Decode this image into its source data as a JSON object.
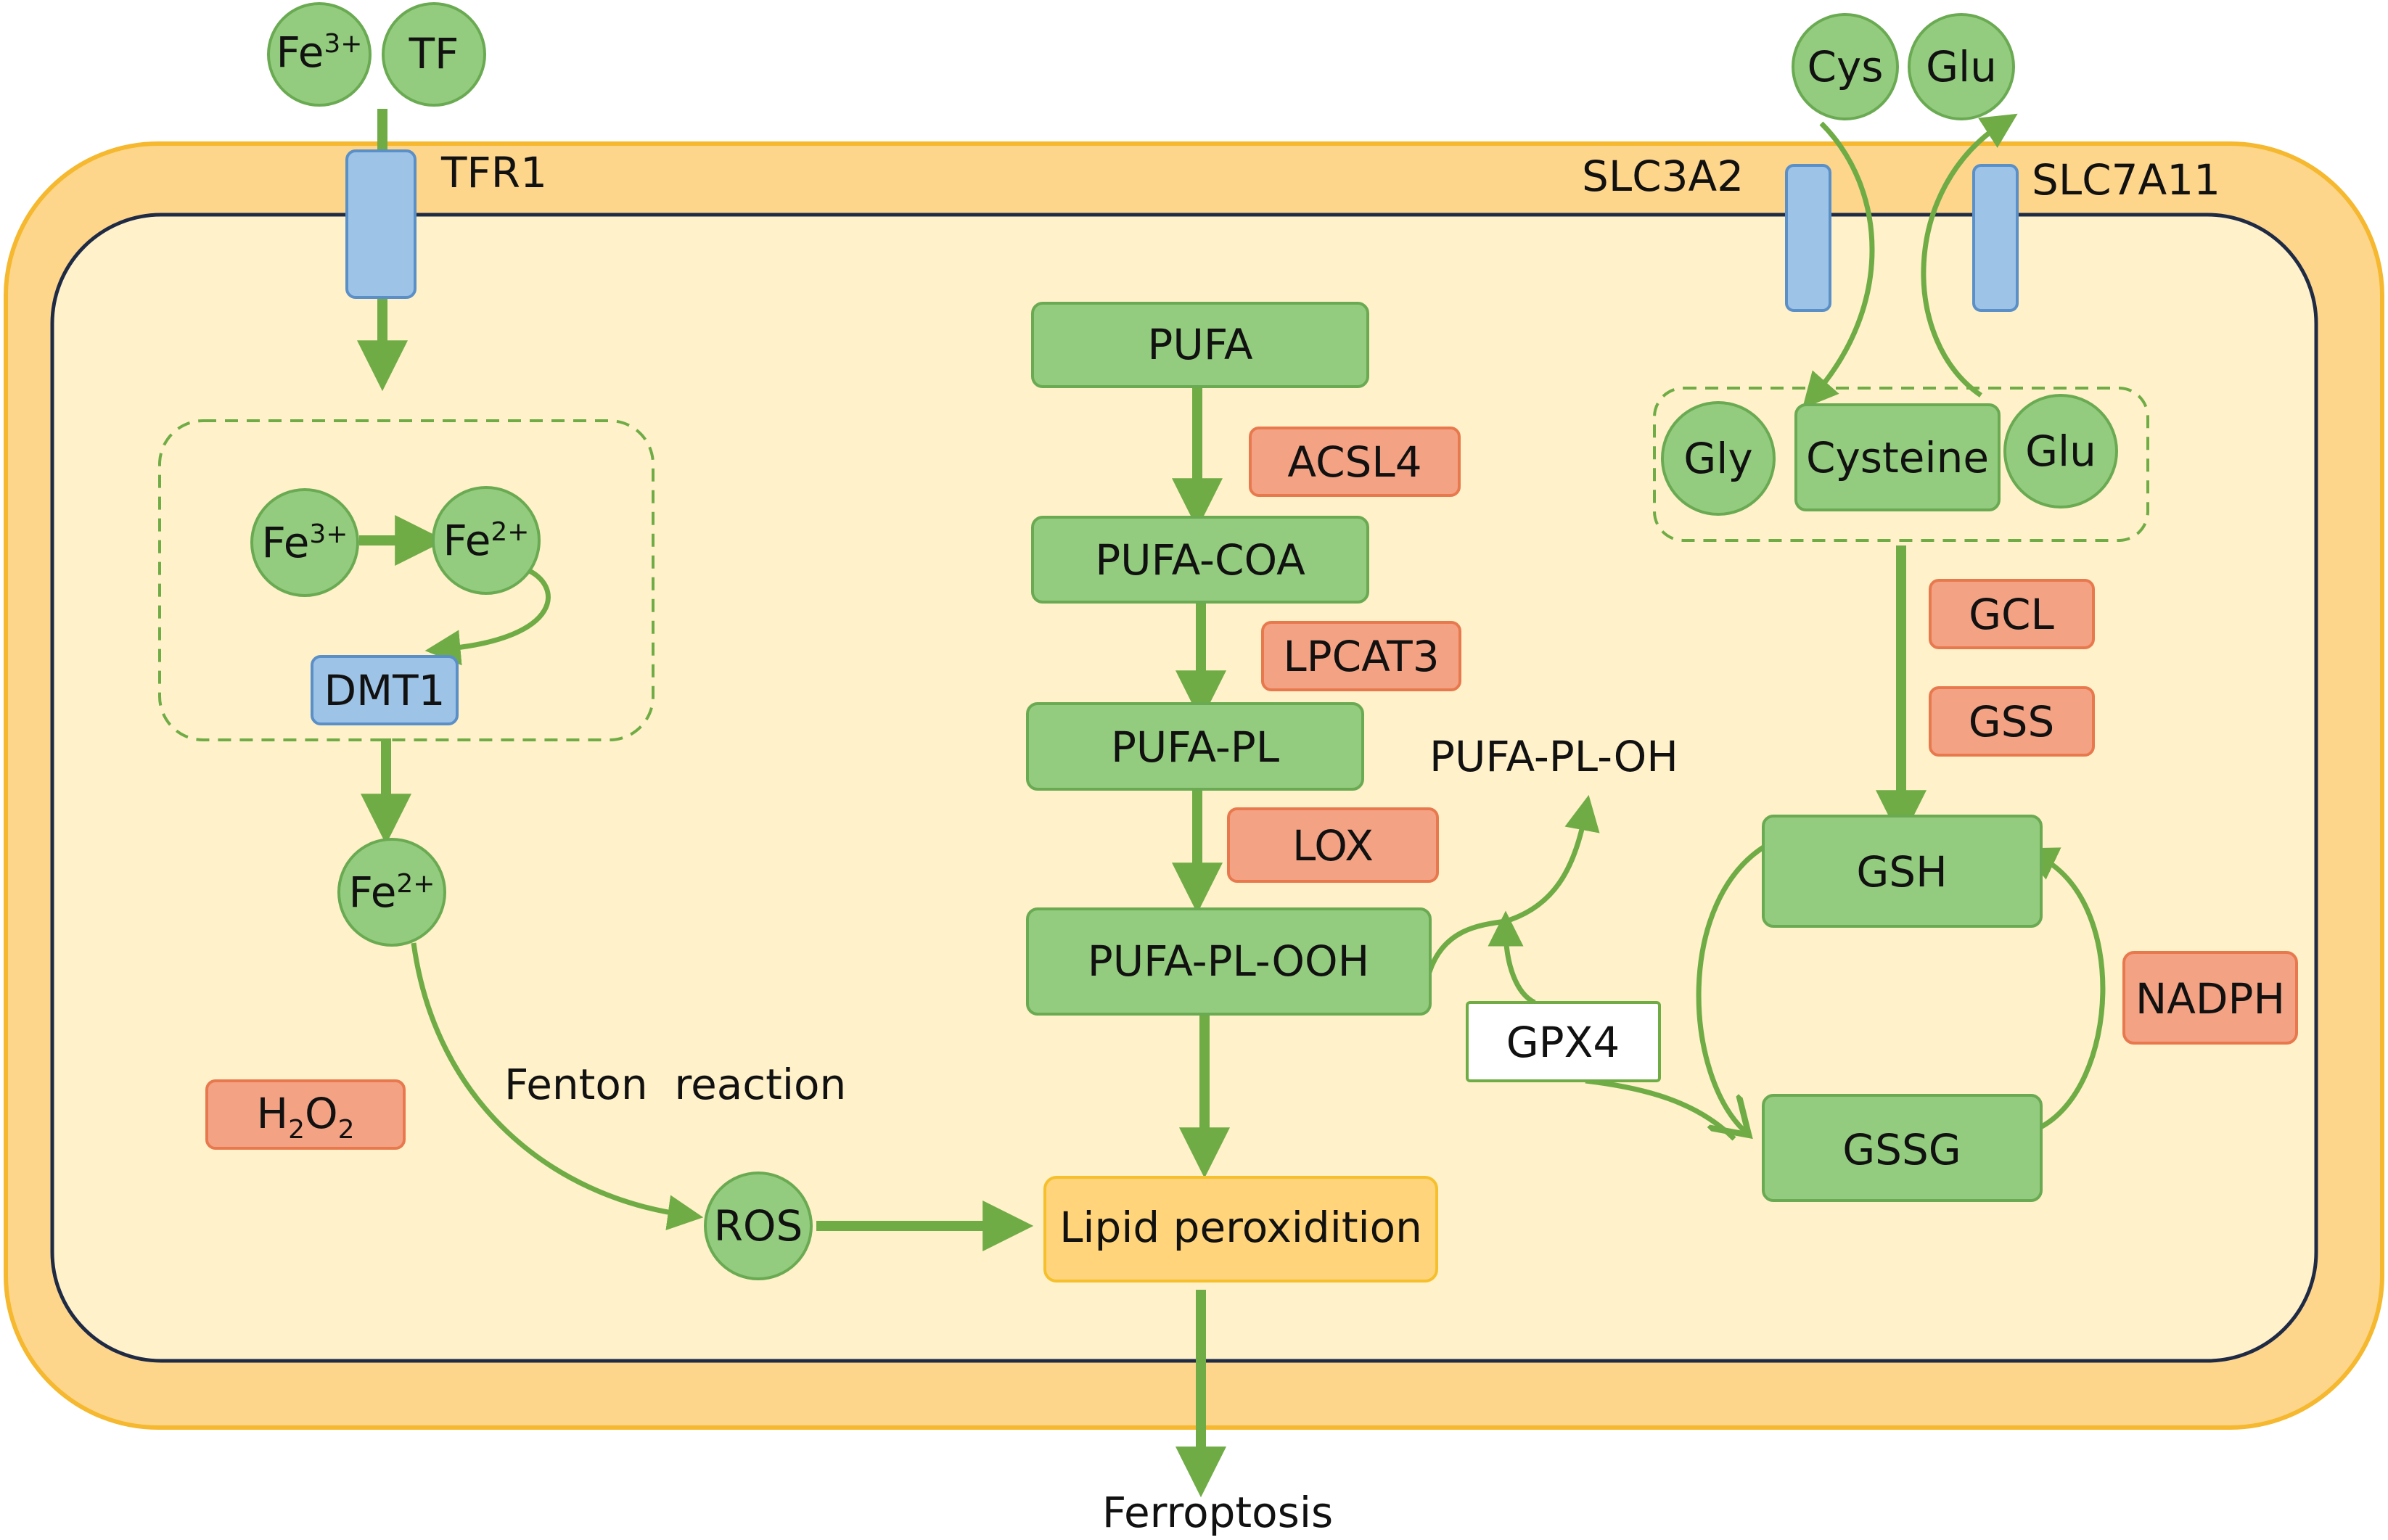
{
  "colors": {
    "membrane_outer": "#fdd68c",
    "membrane_border": "#f5b82e",
    "cytoplasm": "#fff1c9",
    "cytoplasm_border": "#1f2a44",
    "node_green": "#93cc7e",
    "node_green_border": "#6aaa52",
    "enzyme_red": "#f4a284",
    "enzyme_red_border": "#e8794f",
    "transporter_blue": "#9dc3e6",
    "transporter_border": "#5b8fc8",
    "arrow_green": "#6fac46",
    "lipid_box": "#ffd47a",
    "lipid_border": "#f5c02c"
  },
  "extracellular": {
    "fe3": {
      "base": "Fe",
      "sup": "3+"
    },
    "tf": "TF",
    "cys": "Cys",
    "glu": "Glu"
  },
  "transporters": {
    "tfr1": "TFR1",
    "slc3a2": "SLC3A2",
    "slc7a11": "SLC7A11"
  },
  "iron_pathway": {
    "endosome_fe3": {
      "base": "Fe",
      "sup": "3+"
    },
    "endosome_fe2": {
      "base": "Fe",
      "sup": "2+"
    },
    "dmt1": "DMT1",
    "cytosol_fe2": {
      "base": "Fe",
      "sup": "2+"
    },
    "h2o2": {
      "h": "H",
      "sub1": "2",
      "o": "O",
      "sub2": "2"
    },
    "fenton": "Fenton  reaction",
    "ros": "ROS"
  },
  "lipid_pathway": {
    "pufa": "PUFA",
    "acsl4": "ACSL4",
    "pufa_coa": "PUFA-COA",
    "lpcat3": "LPCAT3",
    "pufa_pl": "PUFA-PL",
    "lox": "LOX",
    "pufa_pl_ooh": "PUFA-PL-OOH",
    "pufa_pl_oh": "PUFA-PL-OH",
    "gpx4": "GPX4",
    "lipid_peroxidation": "Lipid peroxidition",
    "ferroptosis": "Ferroptosis"
  },
  "gsh_pathway": {
    "gly": "Gly",
    "cysteine": "Cysteine",
    "glu": "Glu",
    "gcl": "GCL",
    "gss": "GSS",
    "gsh": "GSH",
    "gssg": "GSSG",
    "nadph": "NADPH"
  }
}
